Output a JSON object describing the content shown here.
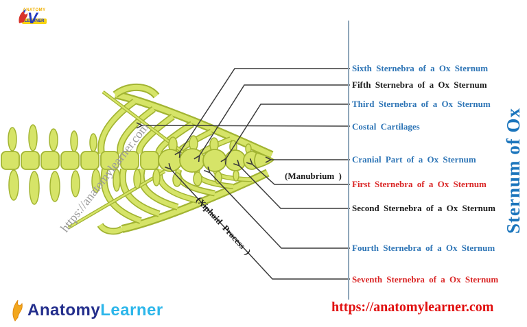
{
  "title_vertical": "Sternum of Ox",
  "watermark": "https://anatomylearner.com",
  "header_logo": {
    "v_mark": "V",
    "anatomy": "ANATOMY",
    "learner": "LEARNER"
  },
  "footer": {
    "url": "https://anatomylearner.com",
    "logo_anatomy": "Anatomy",
    "logo_learner": "Learner"
  },
  "labels": [
    {
      "id": "sixth",
      "text": "Sixth Sternebra of a Ox Sternum",
      "color": "#2e75b6"
    },
    {
      "id": "fifth",
      "text": "Fifth Sternebra of a Ox Sternum",
      "color": "#1c1c1c"
    },
    {
      "id": "third",
      "text": "Third Sternebra of a Ox Sternum",
      "color": "#2e75b6"
    },
    {
      "id": "costal",
      "text": "Costal Cartilages",
      "color": "#2e75b6"
    },
    {
      "id": "cranial",
      "text": "Cranial Part of a Ox Sternum",
      "color": "#2e75b6"
    },
    {
      "id": "manubrium",
      "text": "(Manubrium )",
      "color": "#1c1c1c"
    },
    {
      "id": "first",
      "text": "First Sternebra of a Ox Sternum",
      "color": "#da2727"
    },
    {
      "id": "second",
      "text": "Second Sternebra of a Ox Sternum",
      "color": "#1c1c1c"
    },
    {
      "id": "fourth",
      "text": "Fourth Sternebra of a Ox Sternum",
      "color": "#2e75b6"
    },
    {
      "id": "seventh",
      "text": "Seventh Sternebra of a Ox Sternum",
      "color": "#da2727"
    },
    {
      "id": "xiphoid",
      "text": "(Xiphoid Process )",
      "color": "#1c1c1c"
    }
  ],
  "colors": {
    "label_blue": "#2e75b6",
    "label_red": "#da2727",
    "label_black": "#1c1c1c",
    "divider_line": "#8fa6ba",
    "leader_line": "#3a3a3a",
    "bone_fill": "#d6e468",
    "bone_outline": "#a2b432",
    "vertical_title": "#1b75bc",
    "url_red": "#e10f0f",
    "logo_navy": "#232e8c",
    "logo_cyan": "#2cb6ea",
    "logo_orange": "#f2a71e",
    "watermark_gray": "#9a9a9a"
  }
}
